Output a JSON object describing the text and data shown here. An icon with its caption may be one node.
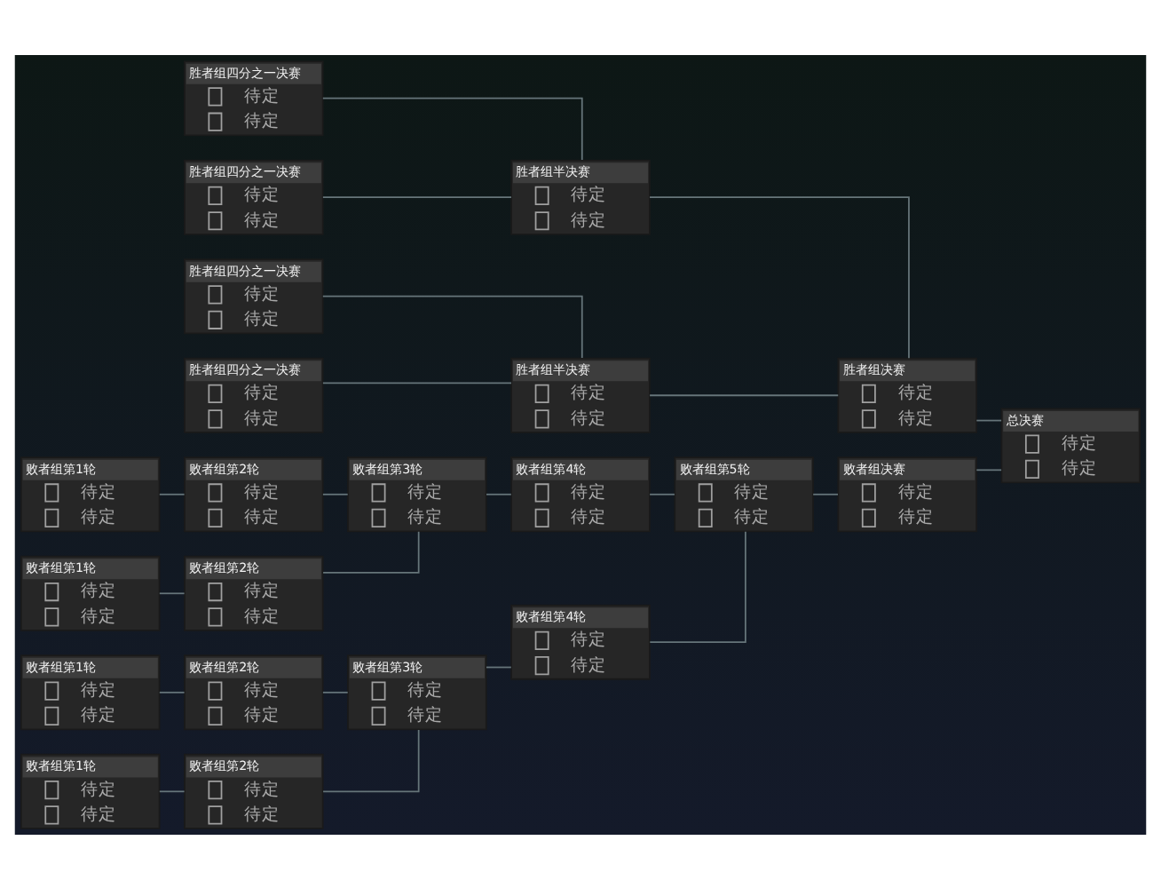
{
  "diagram": {
    "nodes": [
      {
        "text": [
          "胜者组四分之一决赛",
          "待定",
          "待定"
        ]
      },
      {
        "text": [
          "胜者组半决赛",
          "待定",
          "待定"
        ]
      },
      {
        "text": [
          "胜者组四分之一决赛",
          "待定",
          "待定"
        ]
      },
      {
        "text": [
          "胜者组决赛",
          "待定",
          "待定"
        ]
      },
      {
        "text": [
          "胜者组四分之一决赛",
          "待定",
          "待定"
        ]
      },
      {
        "text": [
          "胜者组半决赛",
          "待定",
          "待定"
        ]
      },
      {
        "text": [
          "胜者组四分之一决赛",
          "待定",
          "待定"
        ]
      },
      {
        "text": [
          "总决赛",
          "待定",
          "待定"
        ]
      },
      {
        "text": [
          "败者组第1轮",
          "待定",
          "待定"
        ]
      },
      {
        "text": [
          "败者组第2轮",
          "待定",
          "待定"
        ]
      },
      {
        "text": [
          "败者组第3轮",
          "待定",
          "待定"
        ]
      },
      {
        "text": [
          "败者组第4轮",
          "待定",
          "待定"
        ]
      },
      {
        "text": [
          "败者组第1轮",
          "待定",
          "待定"
        ]
      },
      {
        "text": [
          "败者组第2轮",
          "待定",
          "待定"
        ]
      },
      {
        "text": [
          "败者组决赛",
          "待定",
          "待定"
        ]
      },
      {
        "text": [
          "败者组第5轮",
          "待定",
          "待定"
        ]
      },
      {
        "text": [
          "败者组第1轮",
          "待定",
          "待定"
        ]
      },
      {
        "text": [
          "败者组第2轮",
          "待定",
          "待定"
        ]
      },
      {
        "text": [
          "败者组第3轮",
          "待定",
          "待定"
        ]
      },
      {
        "text": [
          "败者组第4轮",
          "待定",
          "待定"
        ]
      },
      {
        "text": [
          "败者组第1轮",
          "待定",
          "待定"
        ]
      },
      {
        "text": [
          "败者组第2轮",
          "待定",
          "待定"
        ]
      }
    ],
    "edges": [
      {
        "from": 0,
        "to": 1,
        "arrow": "none"
      },
      {
        "from": 2,
        "to": 1,
        "arrow": "none"
      },
      {
        "from": 4,
        "to": 5,
        "arrow": "none"
      },
      {
        "from": 6,
        "to": 5,
        "arrow": "none"
      },
      {
        "from": 1,
        "to": 3,
        "arrow": "none"
      },
      {
        "from": 5,
        "to": 3,
        "arrow": "none"
      },
      {
        "from": 3,
        "to": 7,
        "arrow": "none"
      },
      {
        "from": 8,
        "to": 9,
        "arrow": "none"
      },
      {
        "from": 12,
        "to": 13,
        "arrow": "none"
      },
      {
        "from": 16,
        "to": 17,
        "arrow": "none"
      },
      {
        "from": 20,
        "to": 21,
        "arrow": "none"
      },
      {
        "from": 9,
        "to": 10,
        "arrow": "none"
      },
      {
        "from": 13,
        "to": 10,
        "arrow": "none"
      },
      {
        "from": 17,
        "to": 18,
        "arrow": "none"
      },
      {
        "from": 21,
        "to": 18,
        "arrow": "none"
      },
      {
        "from": 10,
        "to": 11,
        "arrow": "none"
      },
      {
        "from": 18,
        "to": 19,
        "arrow": "none"
      },
      {
        "from": 11,
        "to": 15,
        "arrow": "none"
      },
      {
        "from": 19,
        "to": 15,
        "arrow": "none"
      },
      {
        "from": 15,
        "to": 14,
        "arrow": "none"
      },
      {
        "from": 14,
        "to": 7,
        "arrow": "none"
      }
    ]
  }
}
